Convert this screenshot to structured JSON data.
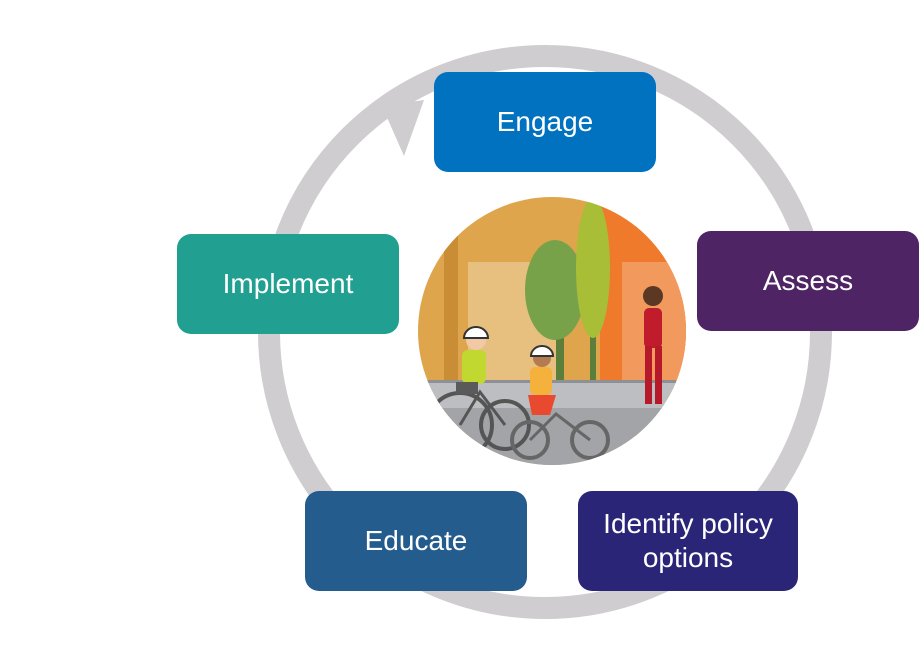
{
  "cycle": {
    "steps": [
      {
        "label": "Engage",
        "color": "#0072c0"
      },
      {
        "label": "Assess",
        "color": "#4e2465"
      },
      {
        "label": "Identify policy options",
        "color": "#2b2577"
      },
      {
        "label": "Educate",
        "color": "#235c8d"
      },
      {
        "label": "Implement",
        "color": "#21a092"
      }
    ],
    "ring_color": "#d0cdd1",
    "center_image": "illustration of two cyclists and a pedestrian on a street"
  }
}
